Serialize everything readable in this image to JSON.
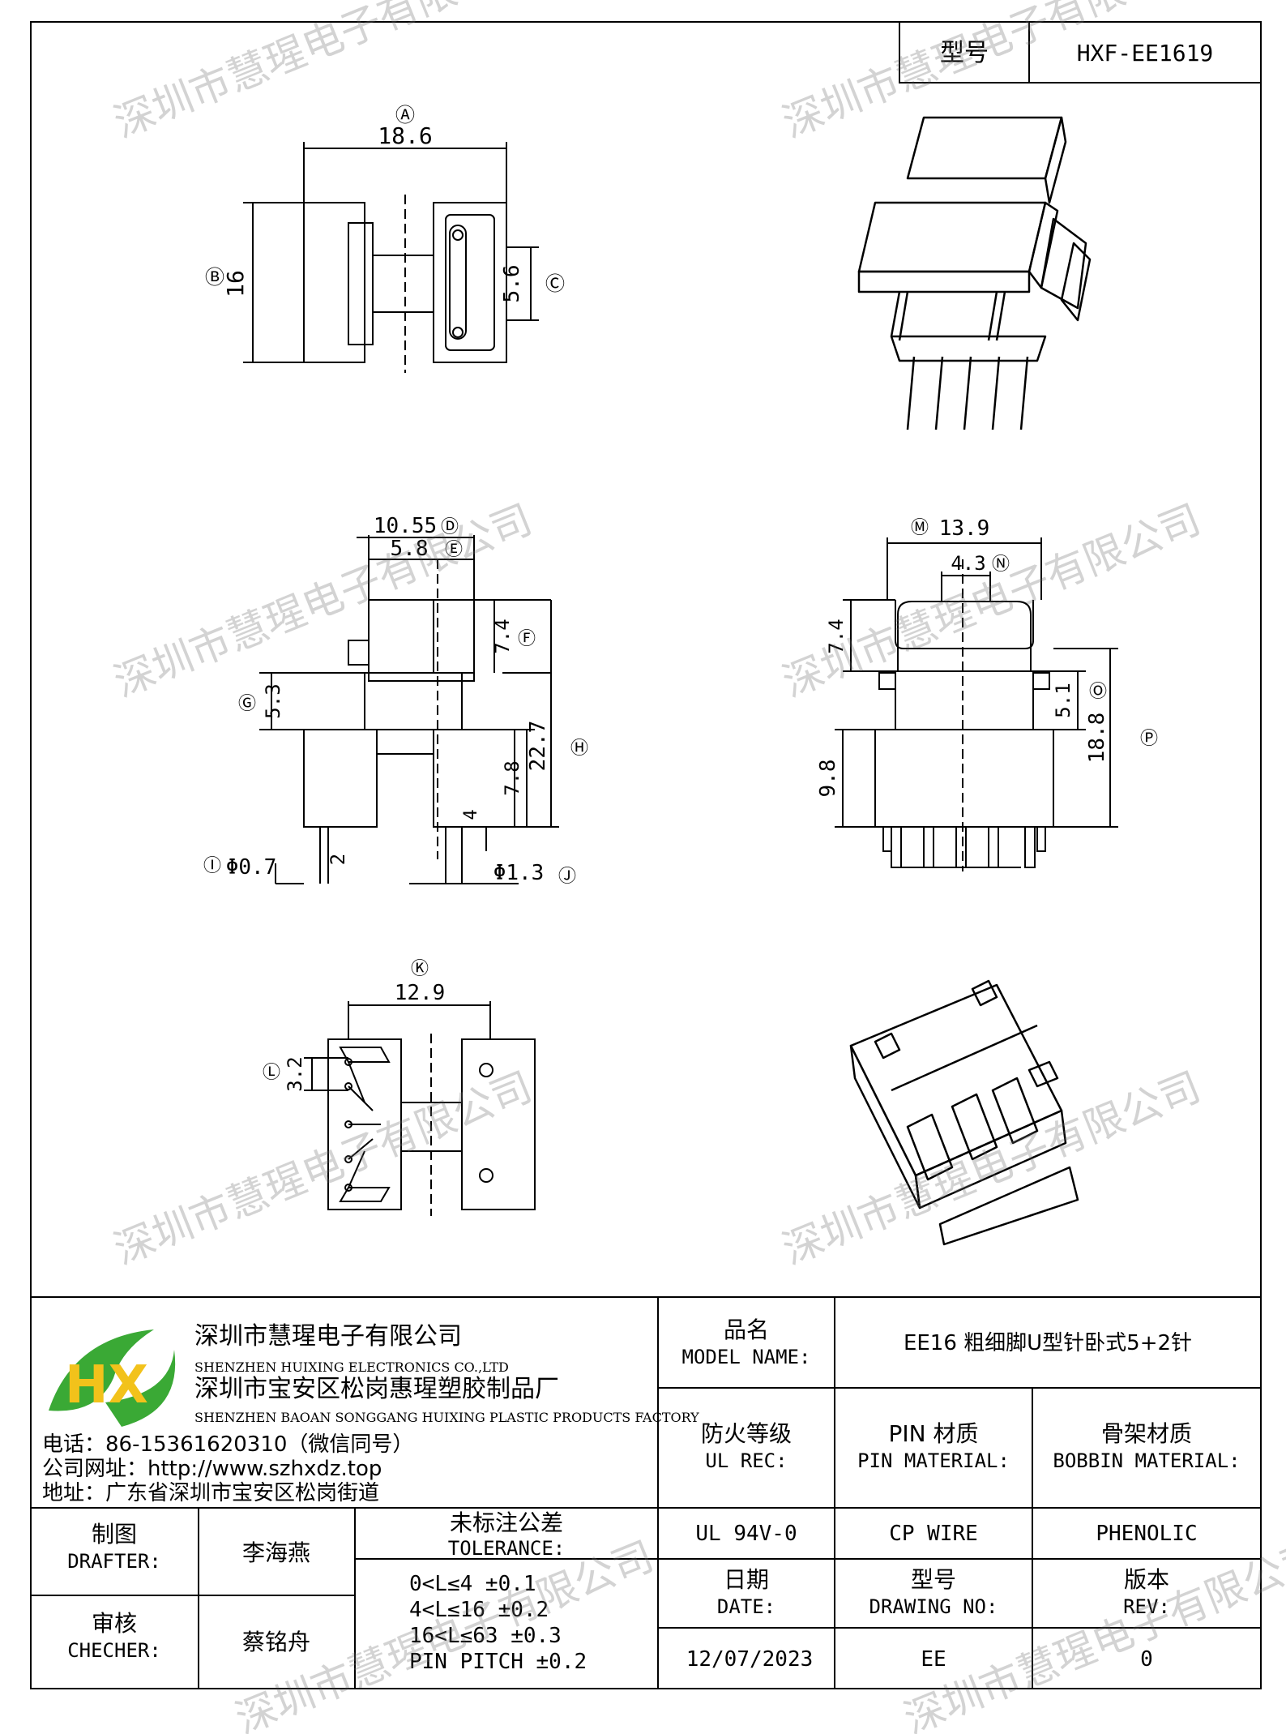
{
  "header": {
    "model_label": "型号",
    "model_value": "HXF-EE1619"
  },
  "dimensions": {
    "A": "Ⓐ",
    "A_val": "18.6",
    "B": "Ⓑ",
    "B_val": "16",
    "C": "Ⓒ",
    "C_val": "5.6",
    "D": "Ⓓ",
    "D_val": "10.55",
    "E": "Ⓔ",
    "E_val": "5.8",
    "F": "Ⓕ",
    "F_val": "7.4",
    "G": "Ⓖ",
    "G_val": "5.3",
    "H": "Ⓗ",
    "H_val": "22.7",
    "H2_val": "7.8",
    "small_val": "4",
    "I": "Ⓘ",
    "I_val": "Φ0.7",
    "pin_len": "2",
    "J": "Ⓙ",
    "J_val": "Φ1.3",
    "M": "Ⓜ",
    "M_val": "13.9",
    "N": "Ⓝ",
    "N_val": "4.3",
    "Q_val": "7.4",
    "O": "Ⓞ",
    "O_val": "5.1",
    "P": "Ⓟ",
    "P_val": "18.8",
    "base_val": "9.8",
    "K": "Ⓚ",
    "K_val": "12.9",
    "L": "Ⓛ",
    "L_val": "3.2"
  },
  "watermark": "深圳市慧瑆电子有限公司",
  "company": {
    "logo": "HX",
    "name_cn": "深圳市慧瑆电子有限公司",
    "name_en": "SHENZHEN HUIXING ELECTRONICS CO.,LTD",
    "factory_cn": "深圳市宝安区松岗惠瑆塑胶制品厂",
    "factory_en": "SHENZHEN BAOAN SONGGANG HUIXING PLASTIC PRODUCTS FACTORY",
    "phone": "电话：86-15361620310（微信同号）",
    "website": "公司网址：http://www.szhxdz.top",
    "address": "地址：广东省深圳市宝安区松岗街道"
  },
  "title_block": {
    "model_name_cn": "品名",
    "model_name_en": "MODEL NAME:",
    "model_name_value": "EE16 粗细脚U型针卧式5+2针",
    "ul_cn": "防火等级",
    "ul_en": "UL REC:",
    "pin_cn": "PIN 材质",
    "pin_en": "PIN MATERIAL:",
    "bobbin_cn": "骨架材质",
    "bobbin_en": "BOBBIN MATERIAL:",
    "ul_value": "UL 94V-0",
    "pin_value": "CP WIRE",
    "bobbin_value": "PHENOLIC",
    "drafter_cn": "制图",
    "drafter_en": "DRAFTER:",
    "drafter_name": "李海燕",
    "checker_cn": "审核",
    "checker_en": "CHECHER:",
    "checker_name": "蔡铭舟",
    "tolerance_cn": "未标注公差",
    "tolerance_en": "TOLERANCE:",
    "tolerance_lines": [
      "0<L≤4  ±0.1",
      "4<L≤16 ±0.2",
      "16<L≤63 ±0.3",
      "PIN PITCH ±0.2"
    ],
    "date_cn": "日期",
    "date_en": "DATE:",
    "drawing_cn": "型号",
    "drawing_en": "DRAWING NO:",
    "rev_cn": "版本",
    "rev_en": "REV:",
    "date_value": "12/07/2023",
    "drawing_value": "EE",
    "rev_value": "0"
  },
  "colors": {
    "logo_green": "#3aa935",
    "logo_yellow": "#f2c21b"
  }
}
